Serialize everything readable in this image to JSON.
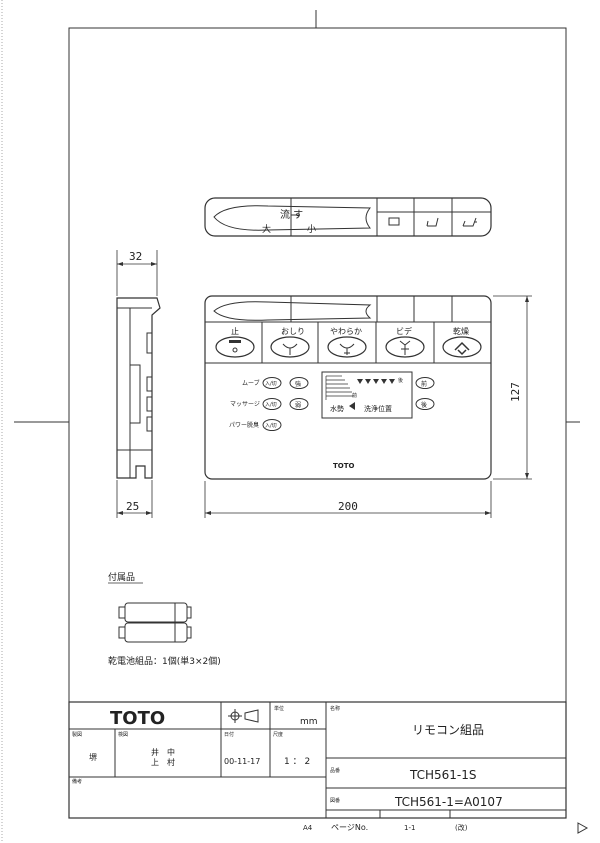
{
  "dims": {
    "top_depth": "32",
    "height": "127",
    "width": "200",
    "side_width": "25"
  },
  "top_view": {
    "flush_label": "流 す",
    "large": "大",
    "small": "小"
  },
  "buttons": [
    "止",
    "おしり",
    "やわらか",
    "ビデ",
    "乾燥"
  ],
  "controls": {
    "move": "ムーブ",
    "massage": "マッサージ",
    "power_deodorize": "パワー脱臭",
    "on_off": "入/切",
    "strength": "水勢",
    "position": "洗浄位置",
    "strong_label": "強",
    "weak_label": "弱",
    "front_label": "前",
    "back_label": "後",
    "front_btn": "前",
    "back_btn": "後"
  },
  "brand": "TOTO",
  "accessory": {
    "heading": "付属品",
    "battery_note": "乾電池組品：1個(単3×2個)"
  },
  "title_block": {
    "logo": "TOTO",
    "unit_label": "単位",
    "unit": "mm",
    "name_label": "名称",
    "name": "リモコン組品",
    "made_label": "製図",
    "made_value": "堺",
    "check_label": "検図",
    "check_value_1": "井　中",
    "check_value_2": "上　村",
    "date_label": "日付",
    "date": "00-11-17",
    "scale_label": "尺度",
    "scale": "1 ： 2",
    "part_label": "品番",
    "part_no": "TCH561-1S",
    "drawing_label": "図番",
    "drawing_no": "TCH561-1=A0107",
    "remarks_label": "備考",
    "paper": "A4",
    "page_label": "ページNo.",
    "page": "1-1",
    "rev_label": "(改)"
  }
}
